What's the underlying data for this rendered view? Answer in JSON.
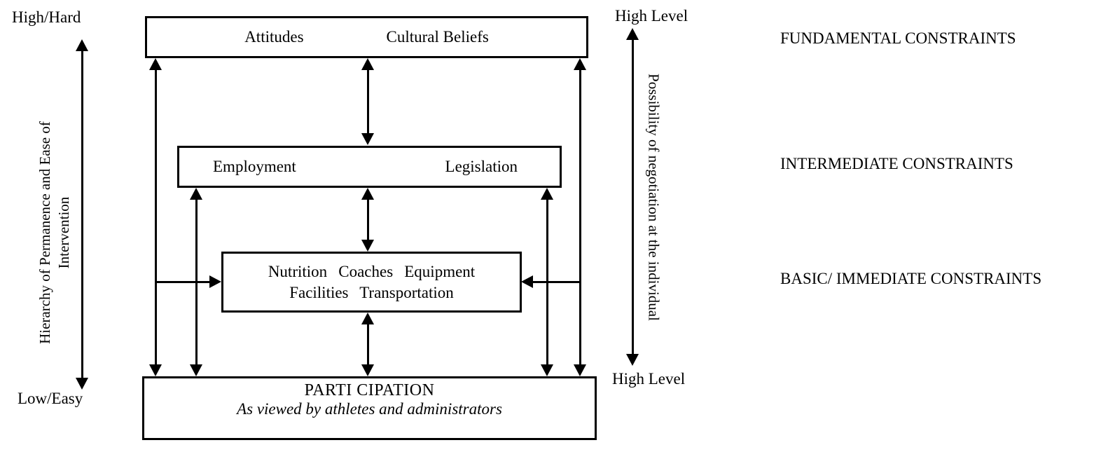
{
  "diagram": {
    "left_axis": {
      "top_label": "High/Hard",
      "bottom_label": "Low/Easy",
      "rotated_label_line1": "Hierarchy of Permanence and Ease of",
      "rotated_label_line2": "Intervention"
    },
    "right_axis": {
      "top_label": "High Level",
      "bottom_label": "High Level",
      "rotated_label": "Possibility of negotiation at the individual"
    },
    "boxes": {
      "fundamental": {
        "item1": "Attitudes",
        "item2": "Cultural Beliefs"
      },
      "intermediate": {
        "item1": "Employment",
        "item2": "Legislation"
      },
      "basic": {
        "line1": "Nutrition Coaches Equipment",
        "line2": "Facilities Transportation"
      },
      "participation": {
        "title": "PARTI CIPATION",
        "subtitle": "As viewed by athletes and administrators"
      }
    },
    "constraint_labels": {
      "fundamental": "FUNDAMENTAL CONSTRAINTS",
      "intermediate": "INTERMEDIATE CONSTRAINTS",
      "basic": "BASIC/ IMMEDIATE CONSTRAINTS"
    },
    "colors": {
      "line": "#000000",
      "background": "#ffffff"
    }
  }
}
